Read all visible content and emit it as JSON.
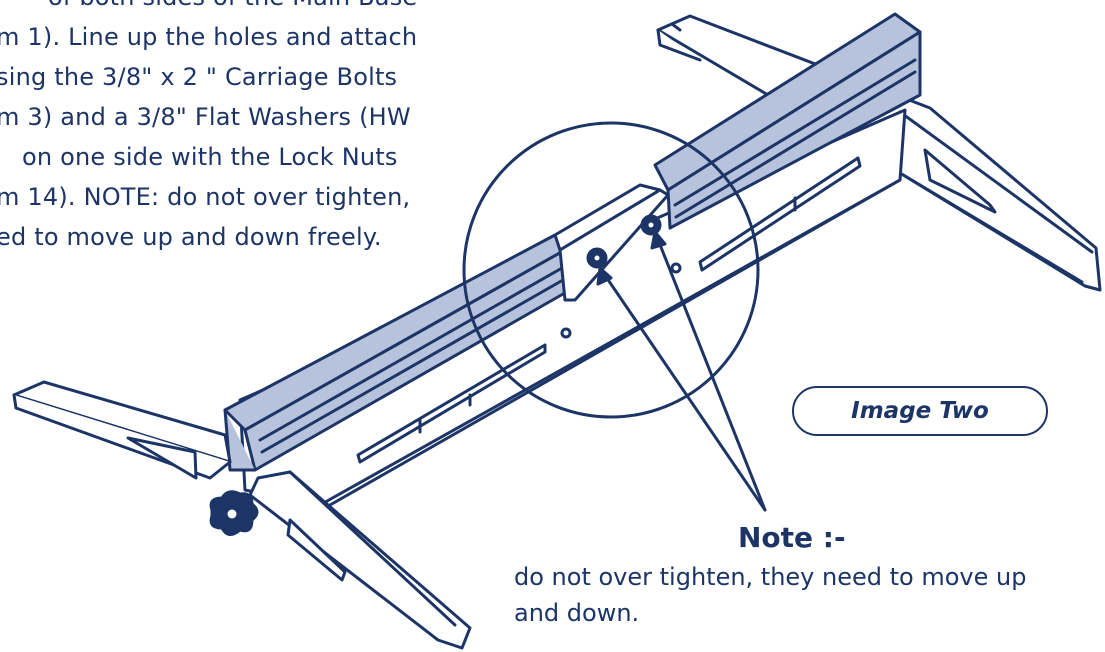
{
  "instructions": {
    "lines": [
      "of both sides of the Main Base",
      "m 1). Line up the holes and attach",
      "sing the 3/8\" x 2 \" Carriage Bolts",
      "m 3) and a 3/8\" Flat Washers (HW",
      " on one side with the Lock Nuts",
      "m 14). NOTE: do not over tighten,",
      "ed to move up and down freely."
    ]
  },
  "figure": {
    "label": "Image Two"
  },
  "note": {
    "title": "Note :-",
    "lines": [
      "do not over tighten, they need to move up",
      "and down."
    ]
  },
  "colors": {
    "ink": "#1d3566",
    "rail_fill": "#b7c3dc",
    "background": "#ffffff"
  }
}
